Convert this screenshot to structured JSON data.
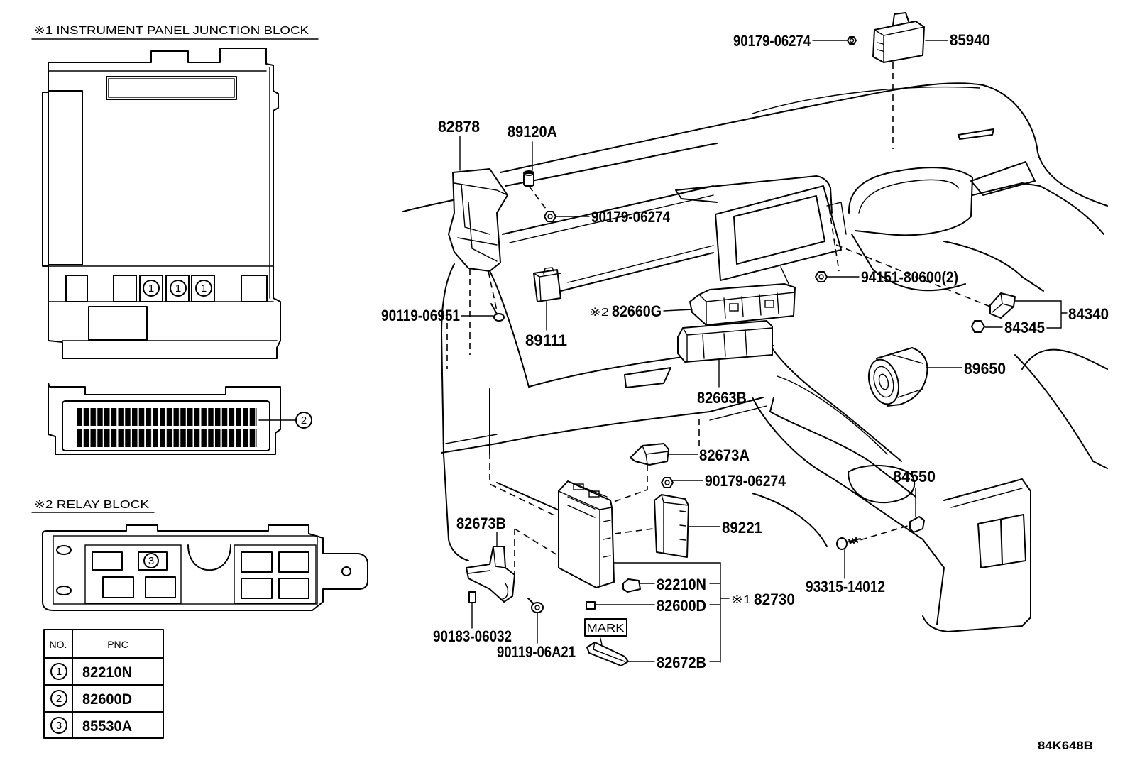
{
  "junction_block": {
    "title": "※1 INSTRUMENT PANEL JUNCTION BLOCK",
    "relay_markers": [
      "1",
      "1",
      "1"
    ],
    "connector_marker": "2"
  },
  "relay_block": {
    "title": "※2 RELAY BLOCK",
    "marker": "3"
  },
  "pnc_table": {
    "col_no": "NO.",
    "col_pnc": "PNC",
    "rows": [
      {
        "no": "1",
        "pnc": "82210N"
      },
      {
        "no": "2",
        "pnc": "82600D"
      },
      {
        "no": "3",
        "pnc": "85530A"
      }
    ]
  },
  "callouts": {
    "pn_90179_06274_a": "90179-06274",
    "pn_85940": "85940",
    "pn_82878": "82878",
    "pn_89120A": "89120A",
    "pn_90179_06274_b": "90179-06274",
    "pn_90119_06951": "90119-06951",
    "pn_89111": "89111",
    "mark_82660G": "※2",
    "pn_82660G": "82660G",
    "pn_94151_80600": "94151-80600(2)",
    "pn_84340": "84340",
    "pn_84345": "84345",
    "pn_89650": "89650",
    "pn_82663B": "82663B",
    "pn_82673A": "82673A",
    "pn_90179_06274_c": "90179-06274",
    "pn_84550": "84550",
    "pn_82673B": "82673B",
    "pn_89221": "89221",
    "pn_82210N": "82210N",
    "mark_82730": "※1",
    "pn_82730": "82730",
    "pn_82600D": "82600D",
    "mark_label": "MARK",
    "pn_82672B": "82672B",
    "pn_90183_06032": "90183-06032",
    "pn_90119_06A21": "90119-06A21",
    "pn_93315_14012": "93315-14012"
  },
  "diagram_code": "84K648B"
}
